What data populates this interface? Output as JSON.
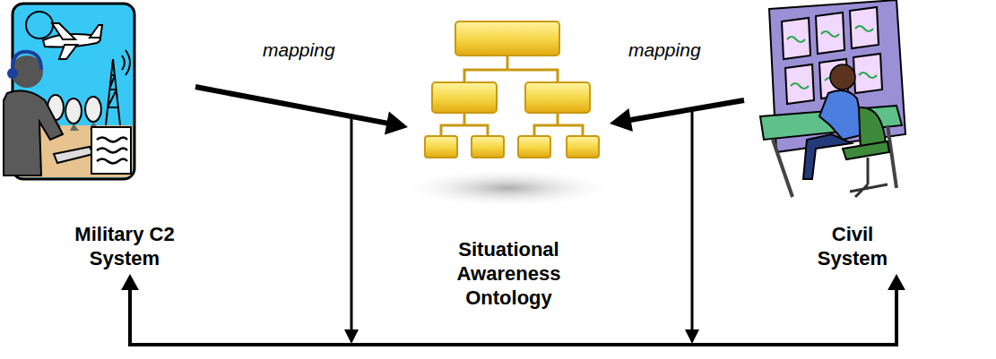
{
  "diagram": {
    "nodes": [
      {
        "text": [
          "Military C2 System"
        ]
      },
      {
        "text": [
          "Situational Awareness Ontology"
        ]
      },
      {
        "text": [
          "Civil System"
        ]
      }
    ],
    "edges": [
      {
        "from": 0,
        "to": 1,
        "label": "mapping",
        "arrow": "to"
      },
      {
        "from": 2,
        "to": 1,
        "label": "mapping",
        "arrow": "to"
      },
      {
        "from": 0,
        "to": 2,
        "arrow": "both"
      }
    ]
  }
}
